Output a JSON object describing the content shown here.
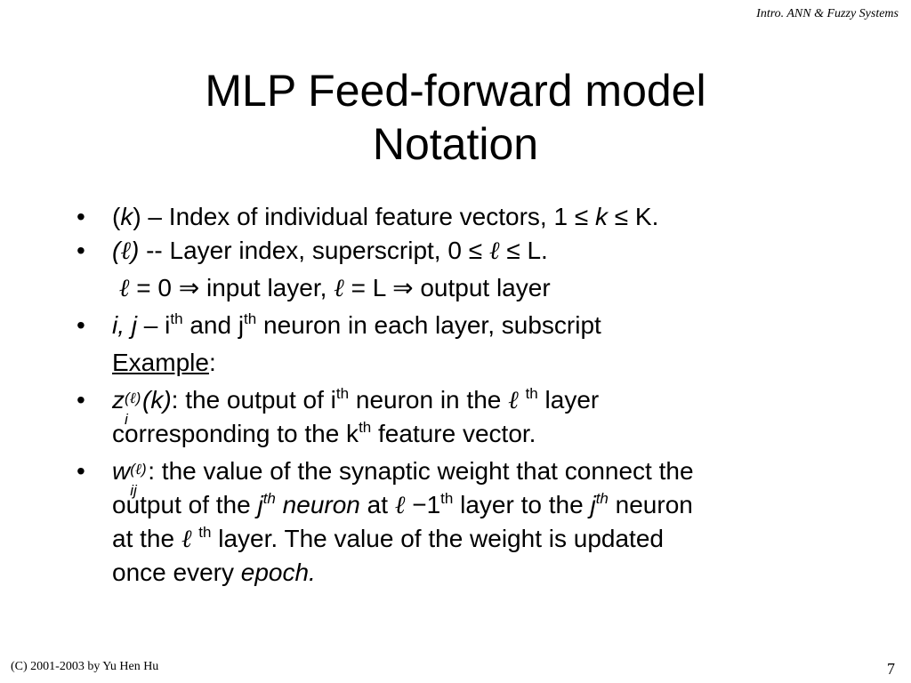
{
  "header": "Intro. ANN & Fuzzy Systems",
  "title": {
    "line1": "MLP Feed-forward model",
    "line2": "Notation"
  },
  "symbols": {
    "bullet": "•",
    "ell": "ℓ",
    "le": "≤",
    "implies": "⇒",
    "minus": "−"
  },
  "b1": {
    "open": "(",
    "k": "k",
    "close": ")",
    "text": " – Index of individual feature vectors, 1 ",
    "k2": "k",
    "end": " K."
  },
  "b2": {
    "open": "(",
    "close": ")",
    "text": " -- Layer index, superscript,  0 ",
    "end": " L."
  },
  "line3": {
    "eq1": " = 0 ",
    "mid": " input layer, ",
    "eq2": " = L ",
    "end": " output layer"
  },
  "b3": {
    "ij": "i, j",
    "dash": " – i",
    "th": "th",
    "mid": " and j",
    "end": " neuron in each layer, subscript"
  },
  "example": {
    "label": "Example",
    "colon": ":"
  },
  "b4": {
    "z": "z",
    "sub_i": "i",
    "paren_k": "(k)",
    "t1": ": the output of i",
    "th": "th",
    "t2": " neuron in the ",
    "t3": " layer",
    "line2a": "corresponding to the k",
    "line2b": " feature vector."
  },
  "b5": {
    "w": "w",
    "sub_ij": "ij",
    "t1": ": the value of the synaptic weight that connect the",
    "l2a": "output of the ",
    "j": "j",
    "th": "th",
    "neuron": "neuron",
    "at": " at ",
    "one": "1",
    "l2b": " layer to the ",
    "l2c": " neuron",
    "l3a": "at the ",
    "l3b": " layer.  The value of the weight is updated",
    "l4a": "once every ",
    "epoch": "epoch."
  },
  "footer": {
    "copyright": "(C) 2001-2003  by Yu Hen Hu",
    "page": "7"
  }
}
